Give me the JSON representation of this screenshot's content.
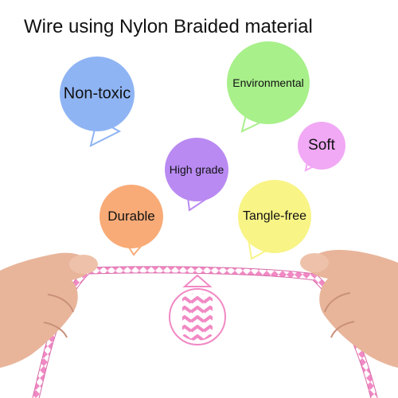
{
  "headline": "Wire using Nylon Braided material",
  "bubbles": [
    {
      "label": "Non-toxic",
      "color": "#8fb4f4"
    },
    {
      "label": "Environmental",
      "color": "#a8f08a"
    },
    {
      "label": "Soft",
      "color": "#f1a8f5"
    },
    {
      "label": "High grade",
      "color": "#b98af2"
    },
    {
      "label": "Durable",
      "color": "#f8ab77"
    },
    {
      "label": "Tangle-free",
      "color": "#f8f486"
    }
  ],
  "cable": {
    "primary_color": "#f189c4",
    "secondary_color": "#ffffff"
  },
  "skin_color": "#e8b59b"
}
